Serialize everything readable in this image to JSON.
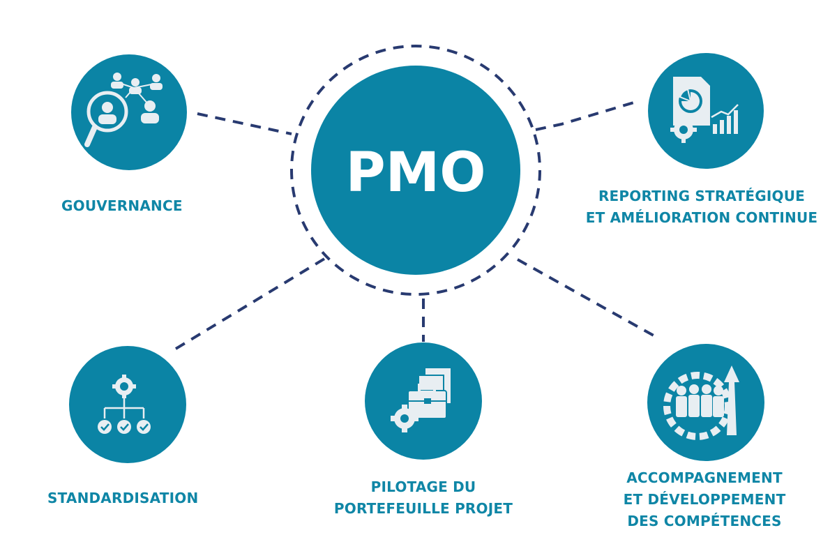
{
  "hub": {
    "label": "PMO"
  },
  "nodes": {
    "gouvernance": {
      "label": "GOUVERNANCE",
      "icon": "people-network-magnifier-icon"
    },
    "reporting": {
      "lines": [
        "REPORTING STRATÉGIQUE",
        "ET AMÉLIORATION CONTINUE"
      ],
      "icon": "report-chart-gear-icon"
    },
    "standardisation": {
      "label": "STANDARDISATION",
      "icon": "gear-hierarchy-checks-icon"
    },
    "pilotage": {
      "lines": [
        "PILOTAGE DU",
        "PORTEFEUILLE PROJET"
      ],
      "icon": "briefcase-documents-gear-icon"
    },
    "accompagnement": {
      "lines": [
        "ACCOMPAGNEMENT",
        "ET DÉVELOPPEMENT",
        "DES COMPÉTENCES"
      ],
      "icon": "team-gear-growth-arrow-icon"
    }
  },
  "colors": {
    "circle": "#0b84a5",
    "connector": "#283a70",
    "label": "#0f86a6",
    "background": "#ffffff"
  }
}
